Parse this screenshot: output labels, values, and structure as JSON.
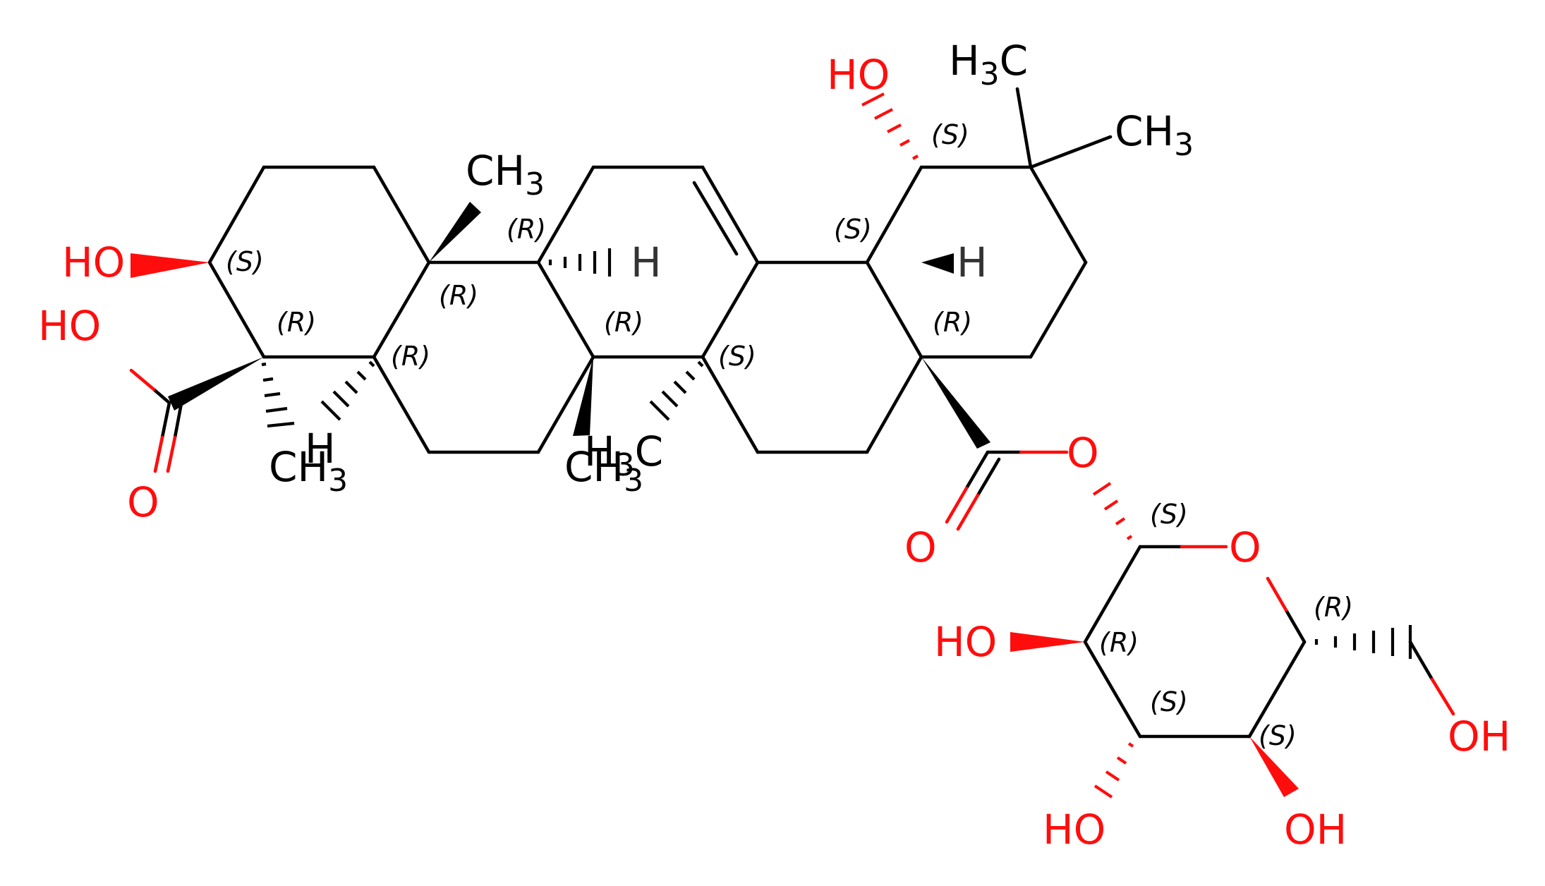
{
  "colors": {
    "bond": "#000000",
    "oxygen": "#ff0d0d",
    "carbon": "#000000",
    "hydrogen": "#333333"
  },
  "atom_labels": {
    "ho_c3": "HO",
    "ho_acid": "HO",
    "o_acid_carbonyl": "O",
    "ch3_c4_main": "CH",
    "ch3_c4_sub": "3",
    "h3c_c4_h": "H",
    "ch3_c10_main": "CH",
    "ch3_c10_sub": "3",
    "ch3_c8_main": "CH",
    "ch3_c8_sub": "3",
    "h3c_c14_h": "H",
    "h3c_c14_sub": "3",
    "h3c_c14_c": "C",
    "h_c9": "H",
    "h_c18": "H",
    "ho_c19": "HO",
    "h3c_top_h": "H",
    "h3c_top_sub": "3",
    "h3c_top_c": "C",
    "ch3_c20_main": "CH",
    "ch3_c20_sub": "3",
    "o_ester": "O",
    "o_ester_carbonyl": "O",
    "o_ring": "O",
    "ho_c2p": "HO",
    "ho_c3p": "HO",
    "ho_c4p": "OH",
    "ho_c6p": "OH"
  },
  "stereo_labels": {
    "c3": "(S)",
    "c4": "(R)",
    "c5": "(R)",
    "c10": "(R)",
    "c9": "(R)",
    "c8": "(R)",
    "c14": "(S)",
    "c18": "(S)",
    "c17": "(R)",
    "c19": "(S)",
    "c1p": "(S)",
    "c2p": "(R)",
    "c3p": "(S)",
    "c4p": "(S)",
    "c5p": "(R)"
  }
}
